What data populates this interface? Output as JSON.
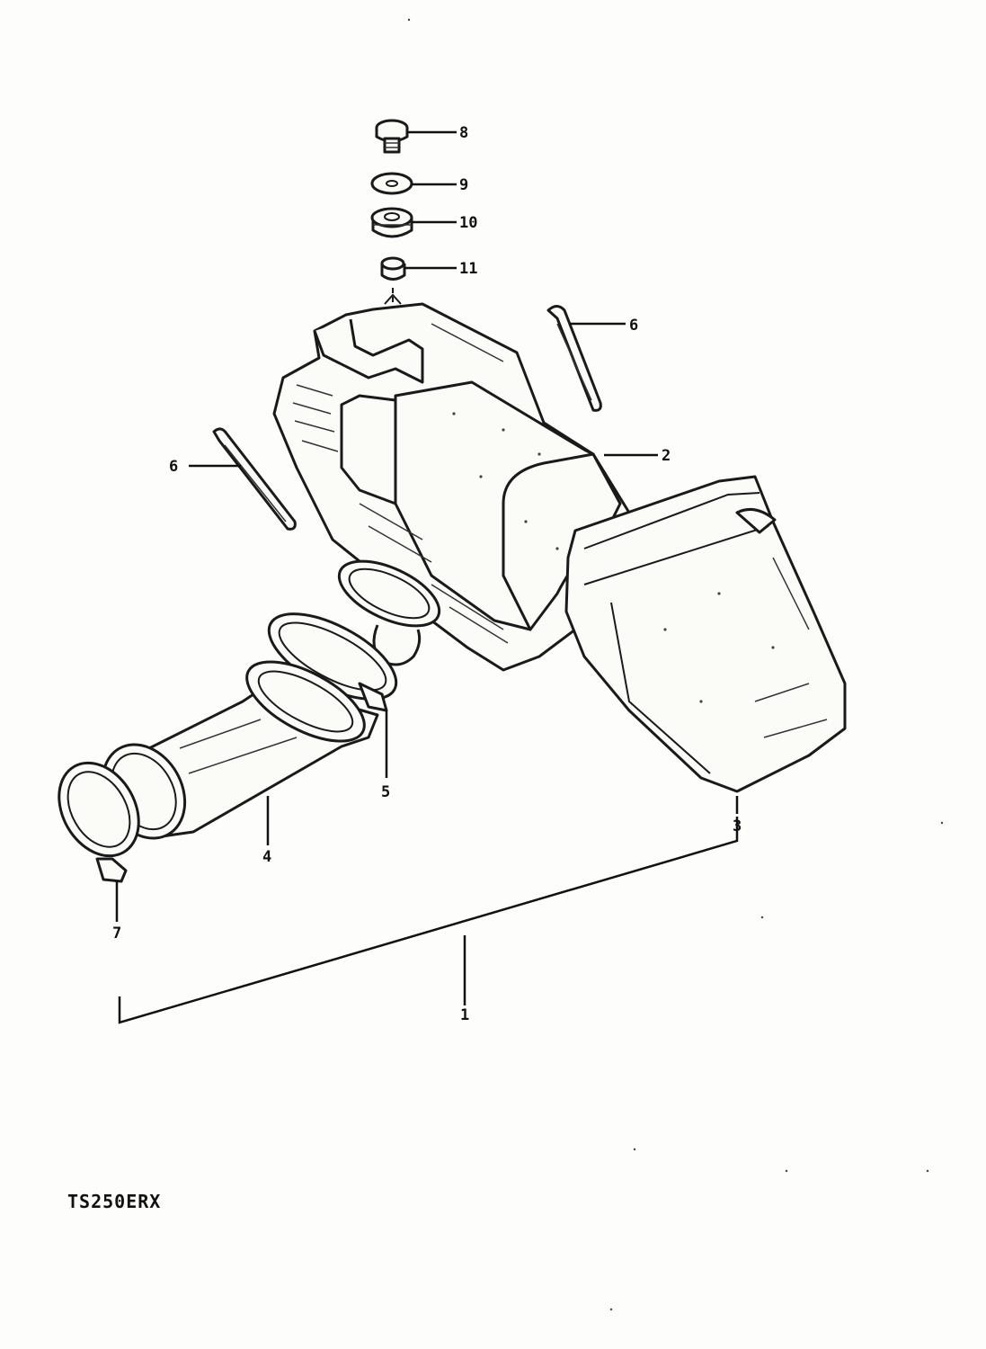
{
  "model_code": "TS250ERX",
  "callouts": {
    "c1": "1",
    "c2": "2",
    "c3": "3",
    "c4": "4",
    "c5": "5",
    "c6a": "6",
    "c6b": "6",
    "c7": "7",
    "c8": "8",
    "c9": "9",
    "c10": "10",
    "c11": "11"
  }
}
